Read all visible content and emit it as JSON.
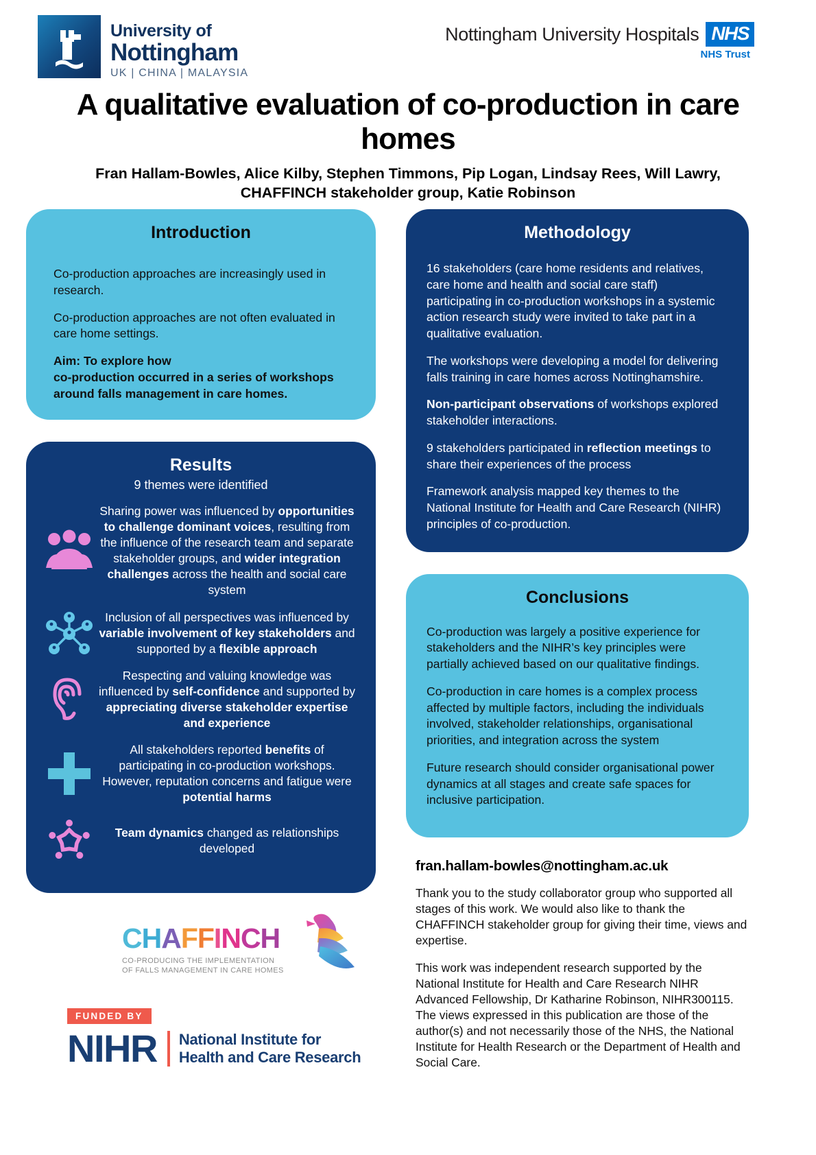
{
  "header": {
    "university": {
      "line1": "University of",
      "line2": "Nottingham",
      "line3": "UK | CHINA | MALAYSIA"
    },
    "nhs": {
      "trust_name": "Nottingham University Hospitals",
      "nhs_mark": "NHS",
      "sub_label": "NHS Trust"
    }
  },
  "title": "A qualitative evaluation of co-production in care homes",
  "authors": "Fran Hallam-Bowles, Alice Kilby, Stephen Timmons, Pip Logan, Lindsay Rees, Will Lawry, CHAFFINCH stakeholder group, Katie Robinson",
  "introduction": {
    "heading": "Introduction",
    "p1": "Co-production approaches are increasingly used in research.",
    "p2": "Co-production approaches are not often evaluated in care home settings.",
    "aim_label": "Aim: To explore how",
    "aim_text": "co-production occurred in a series of workshops around falls management in care homes."
  },
  "methodology": {
    "heading": "Methodology",
    "p1": "16 stakeholders (care home residents and relatives, care home and health and social care staff) participating in co-production workshops in a systemic action research study were invited to take part in a qualitative evaluation.",
    "p2": "The workshops were developing a model for delivering falls training in care homes across Nottinghamshire.",
    "p3_bold": "Non-participant observations",
    "p3_rest": " of workshops explored stakeholder interactions.",
    "p4_pre": "9 stakeholders participated in ",
    "p4_bold": "reflection meetings",
    "p4_rest": " to share their experiences of the process",
    "p5": "Framework analysis mapped key themes to the National Institute for Health and Care Research (NIHR) principles of co-production."
  },
  "results": {
    "heading": "Results",
    "subheading": "9 themes were identified",
    "themes": [
      {
        "icon": "group-of-people-icon",
        "icon_color": "#e888d8",
        "parts": [
          {
            "text": "Sharing power was influenced by ",
            "bold": false
          },
          {
            "text": "opportunities to challenge dominant voices",
            "bold": true
          },
          {
            "text": ", resulting from the influence of the research team and separate stakeholder groups, and ",
            "bold": false
          },
          {
            "text": "wider integration challenges",
            "bold": true
          },
          {
            "text": " across the health and social care system",
            "bold": false
          }
        ]
      },
      {
        "icon": "stakeholder-network-icon",
        "icon_color": "#63c7e8",
        "parts": [
          {
            "text": "Inclusion of all perspectives was influenced by ",
            "bold": false
          },
          {
            "text": "variable involvement of key stakeholders",
            "bold": true
          },
          {
            "text": " and supported by a ",
            "bold": false
          },
          {
            "text": "flexible approach",
            "bold": true
          }
        ]
      },
      {
        "icon": "ear-listening-icon",
        "icon_color": "#e888d8",
        "parts": [
          {
            "text": "Respecting and valuing knowledge was influenced by ",
            "bold": false
          },
          {
            "text": "self-confidence",
            "bold": true
          },
          {
            "text": " and supported by ",
            "bold": false
          },
          {
            "text": "appreciating diverse stakeholder expertise and experience",
            "bold": true
          }
        ]
      },
      {
        "icon": "plus-cross-icon",
        "icon_color": "#5bc2dd",
        "parts": [
          {
            "text": "All stakeholders reported ",
            "bold": false
          },
          {
            "text": "benefits",
            "bold": true
          },
          {
            "text": " of participating in co-production workshops. However, reputation concerns and fatigue were ",
            "bold": false
          },
          {
            "text": "potential harms",
            "bold": true
          }
        ]
      },
      {
        "icon": "team-dynamics-icon",
        "icon_color": "#e888d8",
        "parts": [
          {
            "text": "Team dynamics",
            "bold": true
          },
          {
            "text": " changed as relationships developed",
            "bold": false
          }
        ]
      }
    ]
  },
  "conclusions": {
    "heading": "Conclusions",
    "p1": "Co-production was largely a positive experience for stakeholders and the NIHR’s key principles were partially achieved based on our qualitative findings.",
    "p2": "Co-production in care homes is a complex process affected by multiple factors, including the individuals involved, stakeholder relationships, organisational priorities, and integration across the system",
    "p3": "Future research should consider organisational power dynamics at all stages and create safe spaces for inclusive participation."
  },
  "contact": {
    "email": "fran.hallam-bowles@nottingham.ac.uk",
    "thanks": "Thank you to the study collaborator group who supported all stages of this work. We would also like to thank the CHAFFINCH stakeholder group for giving their time, views and expertise.",
    "funding": "This work was independent research supported by the National Institute for Health and Care Research NIHR Advanced Fellowship, Dr Katharine Robinson, NIHR300115. The views expressed in this publication are those of the author(s) and not necessarily those of the NHS, the National Institute for Health Research or the Department of Health and Social Care."
  },
  "footer": {
    "chaffinch": {
      "letters": [
        {
          "char": "C",
          "color": "#4fb9d8"
        },
        {
          "char": "H",
          "color": "#3eacd4"
        },
        {
          "char": "A",
          "color": "#7b5fb5"
        },
        {
          "char": "F",
          "color": "#f3993a"
        },
        {
          "char": "F",
          "color": "#f07d33"
        },
        {
          "char": "I",
          "color": "#e8508f"
        },
        {
          "char": "N",
          "color": "#e0348c"
        },
        {
          "char": "C",
          "color": "#c0399b"
        },
        {
          "char": "H",
          "color": "#a63f9d"
        }
      ],
      "tagline_line1": "CO-PRODUCING THE IMPLEMENTATION",
      "tagline_line2": "OF FALLS MANAGEMENT IN CARE HOMES"
    },
    "nihr": {
      "funded_by": "FUNDED BY",
      "mark": "NIHR",
      "words_line1": "National Institute for",
      "words_line2": "Health and Care Research"
    }
  },
  "colors": {
    "dark_blue": "#103a77",
    "light_blue": "#57c1e0",
    "nhs_blue": "#0072ce",
    "pink": "#e888d8",
    "cyan": "#5bc2dd",
    "nihr_navy": "#193e72",
    "nihr_red": "#ef5a4c"
  }
}
